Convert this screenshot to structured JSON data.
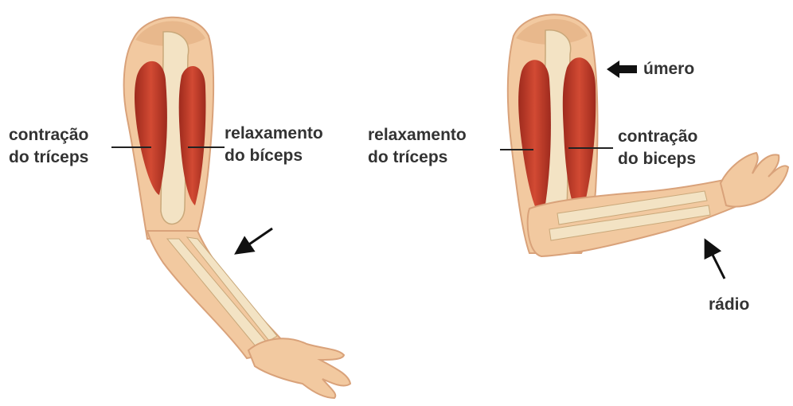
{
  "labels": {
    "left_triceps": {
      "line1": "contração",
      "line2": "do tríceps"
    },
    "left_biceps": {
      "line1": "relaxamento",
      "line2": "do bíceps"
    },
    "right_triceps": {
      "line1": "relaxamento",
      "line2": "do tríceps"
    },
    "right_biceps": {
      "line1": "contração",
      "line2": "do biceps"
    },
    "humerus": "úmero",
    "radius": "rádio"
  },
  "colors": {
    "skin": "#f2c9a0",
    "skin_shadow": "#d9a27a",
    "bone": "#f3e3c4",
    "muscle": "#c8402c",
    "muscle_dark": "#9e2a1d",
    "text": "#333333"
  }
}
